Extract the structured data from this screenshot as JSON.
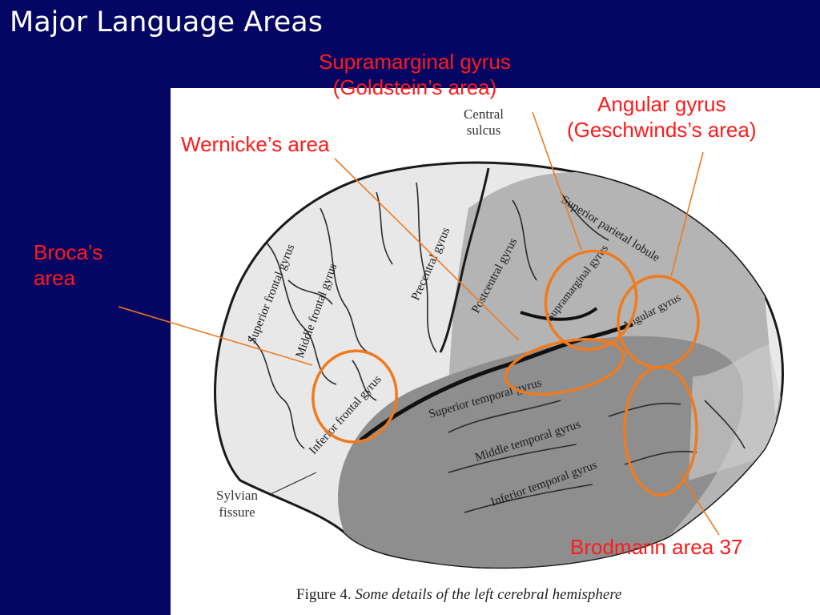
{
  "title": "Major Language Areas",
  "labels": {
    "supramarginal": [
      "Supramarginal gyrus",
      "(Goldstein’s area)"
    ],
    "angular": [
      "Angular gyrus",
      "(Geschwinds’s area)"
    ],
    "wernicke": "Wernicke’s area",
    "broca": [
      "Broca’s",
      "area"
    ],
    "brodmann": "Brodmann area 37"
  },
  "figure": {
    "central_sulcus": [
      "Central",
      "sulcus"
    ],
    "sylvian_fissure": [
      "Sylvian",
      "fissure"
    ],
    "gyri": {
      "superior_frontal": "Superior frontal gyrus",
      "middle_frontal": "Middle frontal gyrus",
      "precentral": "Precentral gyrus",
      "postcentral": "Postcentral gyrus",
      "superior_parietal": "Superior parietal lobule",
      "supramarginal": "Supramarginal gyrus",
      "angular": "Angular gyrus",
      "inferior_frontal": "Inferior frontal gyrus",
      "superior_temporal": "Superior temporal gyrus",
      "middle_temporal": "Middle temporal gyrus",
      "inferior_temporal": "Inferior temporal gyrus"
    },
    "caption_prefix": "Figure 4.",
    "caption_text": "Some details of the left cerebral hemisphere"
  },
  "colors": {
    "background": "#050563",
    "label_red": "#ff1a1a",
    "highlight_orange": "#f07a1e"
  }
}
